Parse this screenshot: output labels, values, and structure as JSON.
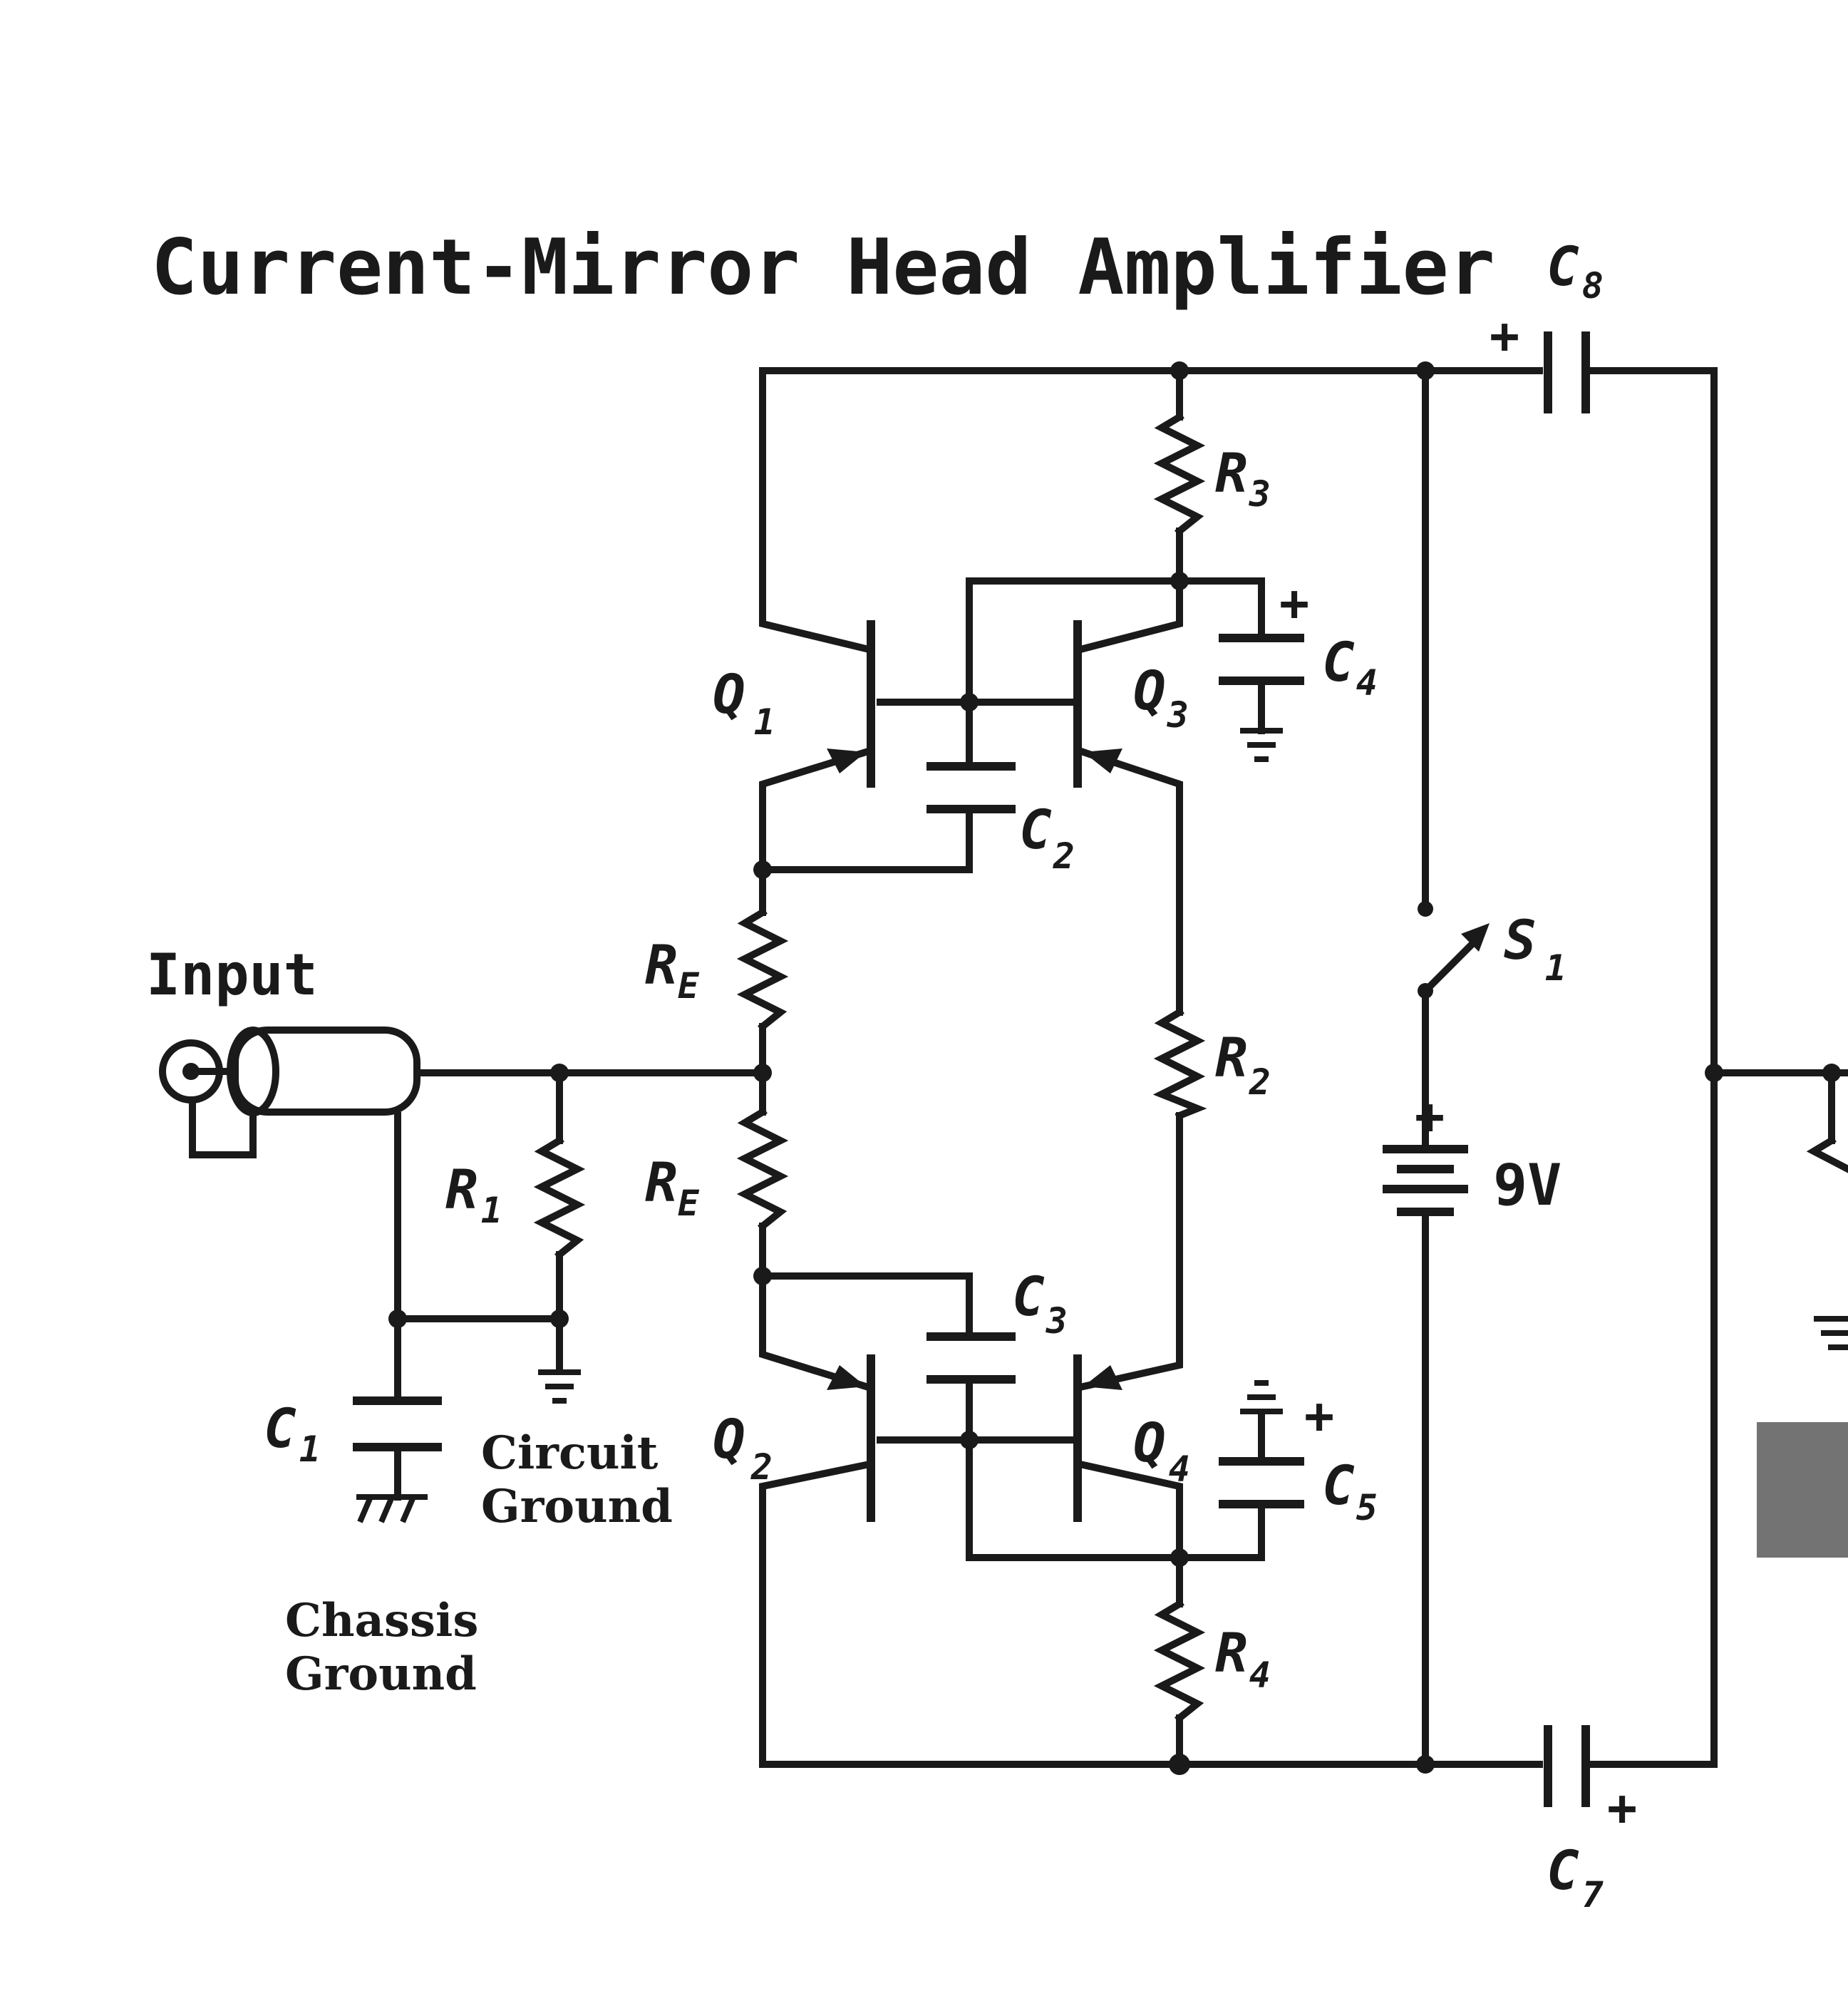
{
  "title": "Current-Mirror Head Amplifier",
  "input_label": "Input",
  "circuit_ground_label": [
    "Circuit",
    "Ground"
  ],
  "chassis_ground_label": [
    "Chassis",
    "Ground"
  ],
  "battery_label": "9V",
  "plus_sign": "+",
  "components": {
    "C8": {
      "base": "C",
      "sub": "8"
    },
    "R3": {
      "base": "R",
      "sub": "3"
    },
    "C4": {
      "base": "C",
      "sub": "4"
    },
    "Q1": {
      "base": "Q",
      "sub": "1"
    },
    "Q3": {
      "base": "Q",
      "sub": "3"
    },
    "C2": {
      "base": "C",
      "sub": "2"
    },
    "RE_top": {
      "base": "R",
      "sub": "E"
    },
    "RE_bot": {
      "base": "R",
      "sub": "E"
    },
    "S1": {
      "base": "S",
      "sub": "1"
    },
    "R2": {
      "base": "R",
      "sub": "2"
    },
    "R1": {
      "base": "R",
      "sub": "1"
    },
    "C3": {
      "base": "C",
      "sub": "3"
    },
    "C1": {
      "base": "C",
      "sub": "1"
    },
    "Q2": {
      "base": "Q",
      "sub": "2"
    },
    "Q4": {
      "base": "Q",
      "sub": "4"
    },
    "C5": {
      "base": "C",
      "sub": "5"
    },
    "R4": {
      "base": "R",
      "sub": "4"
    },
    "C7": {
      "base": "C",
      "sub": "7"
    }
  }
}
